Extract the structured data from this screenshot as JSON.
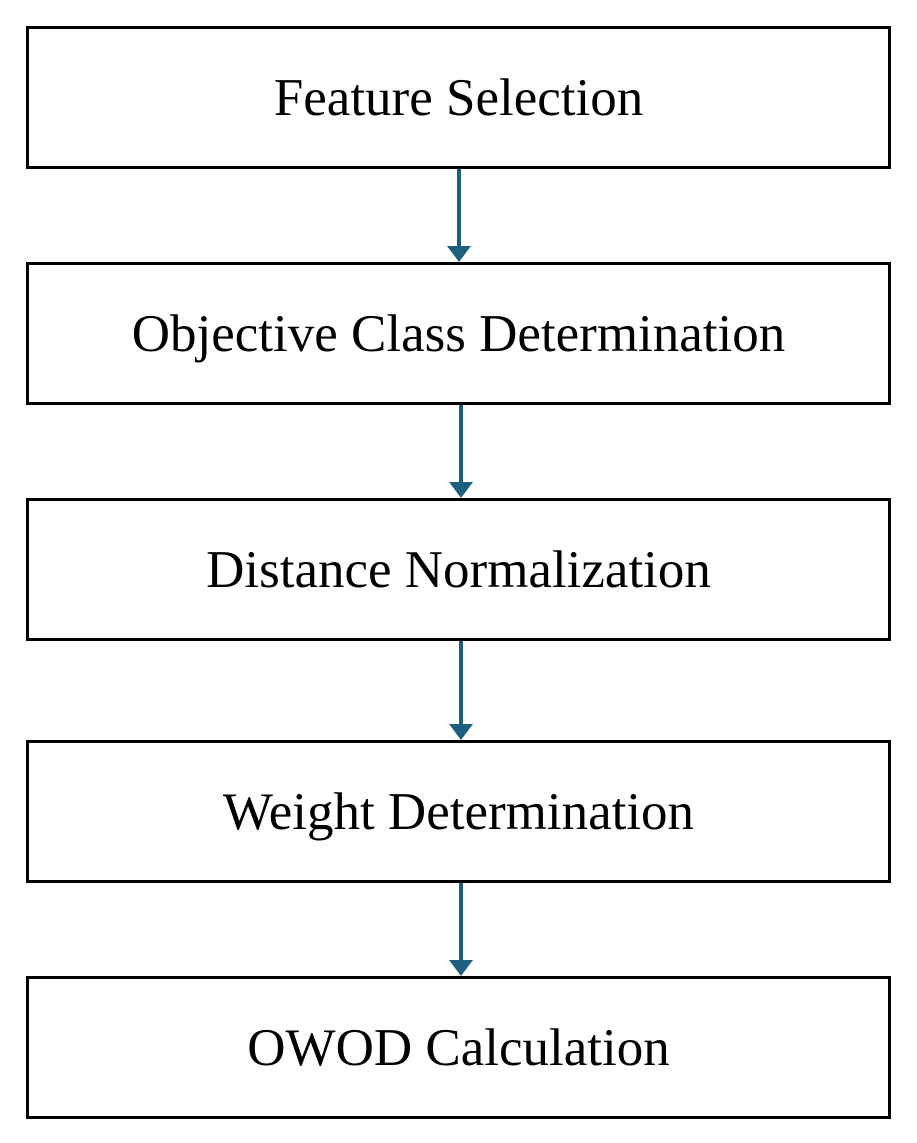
{
  "flowchart": {
    "steps": [
      {
        "label": "Feature Selection"
      },
      {
        "label": "Objective Class Determination"
      },
      {
        "label": "Distance Normalization"
      },
      {
        "label": "Weight Determination"
      },
      {
        "label": "OWOD Calculation"
      }
    ],
    "arrow_color": "#1d5f80",
    "box_border_color": "#000000"
  }
}
